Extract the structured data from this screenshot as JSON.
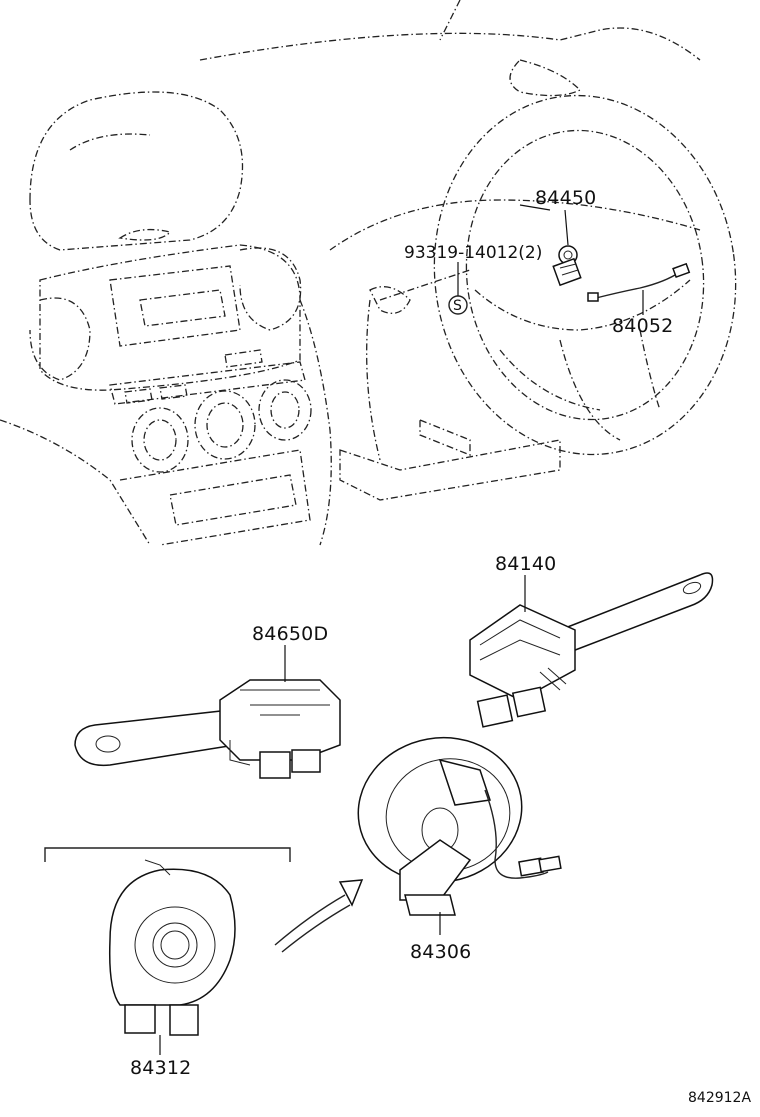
{
  "labels": {
    "airbag_sensor": "84450",
    "screw": "93319-14012(2)",
    "wire": "84052",
    "wiper_switch": "84140",
    "headlamp_switch": "84650D",
    "spiral_cable_assy": "84306",
    "spiral_cable_sub": "84312",
    "diagram_id": "842912A"
  },
  "symbols": {
    "screw_marker": "S"
  }
}
